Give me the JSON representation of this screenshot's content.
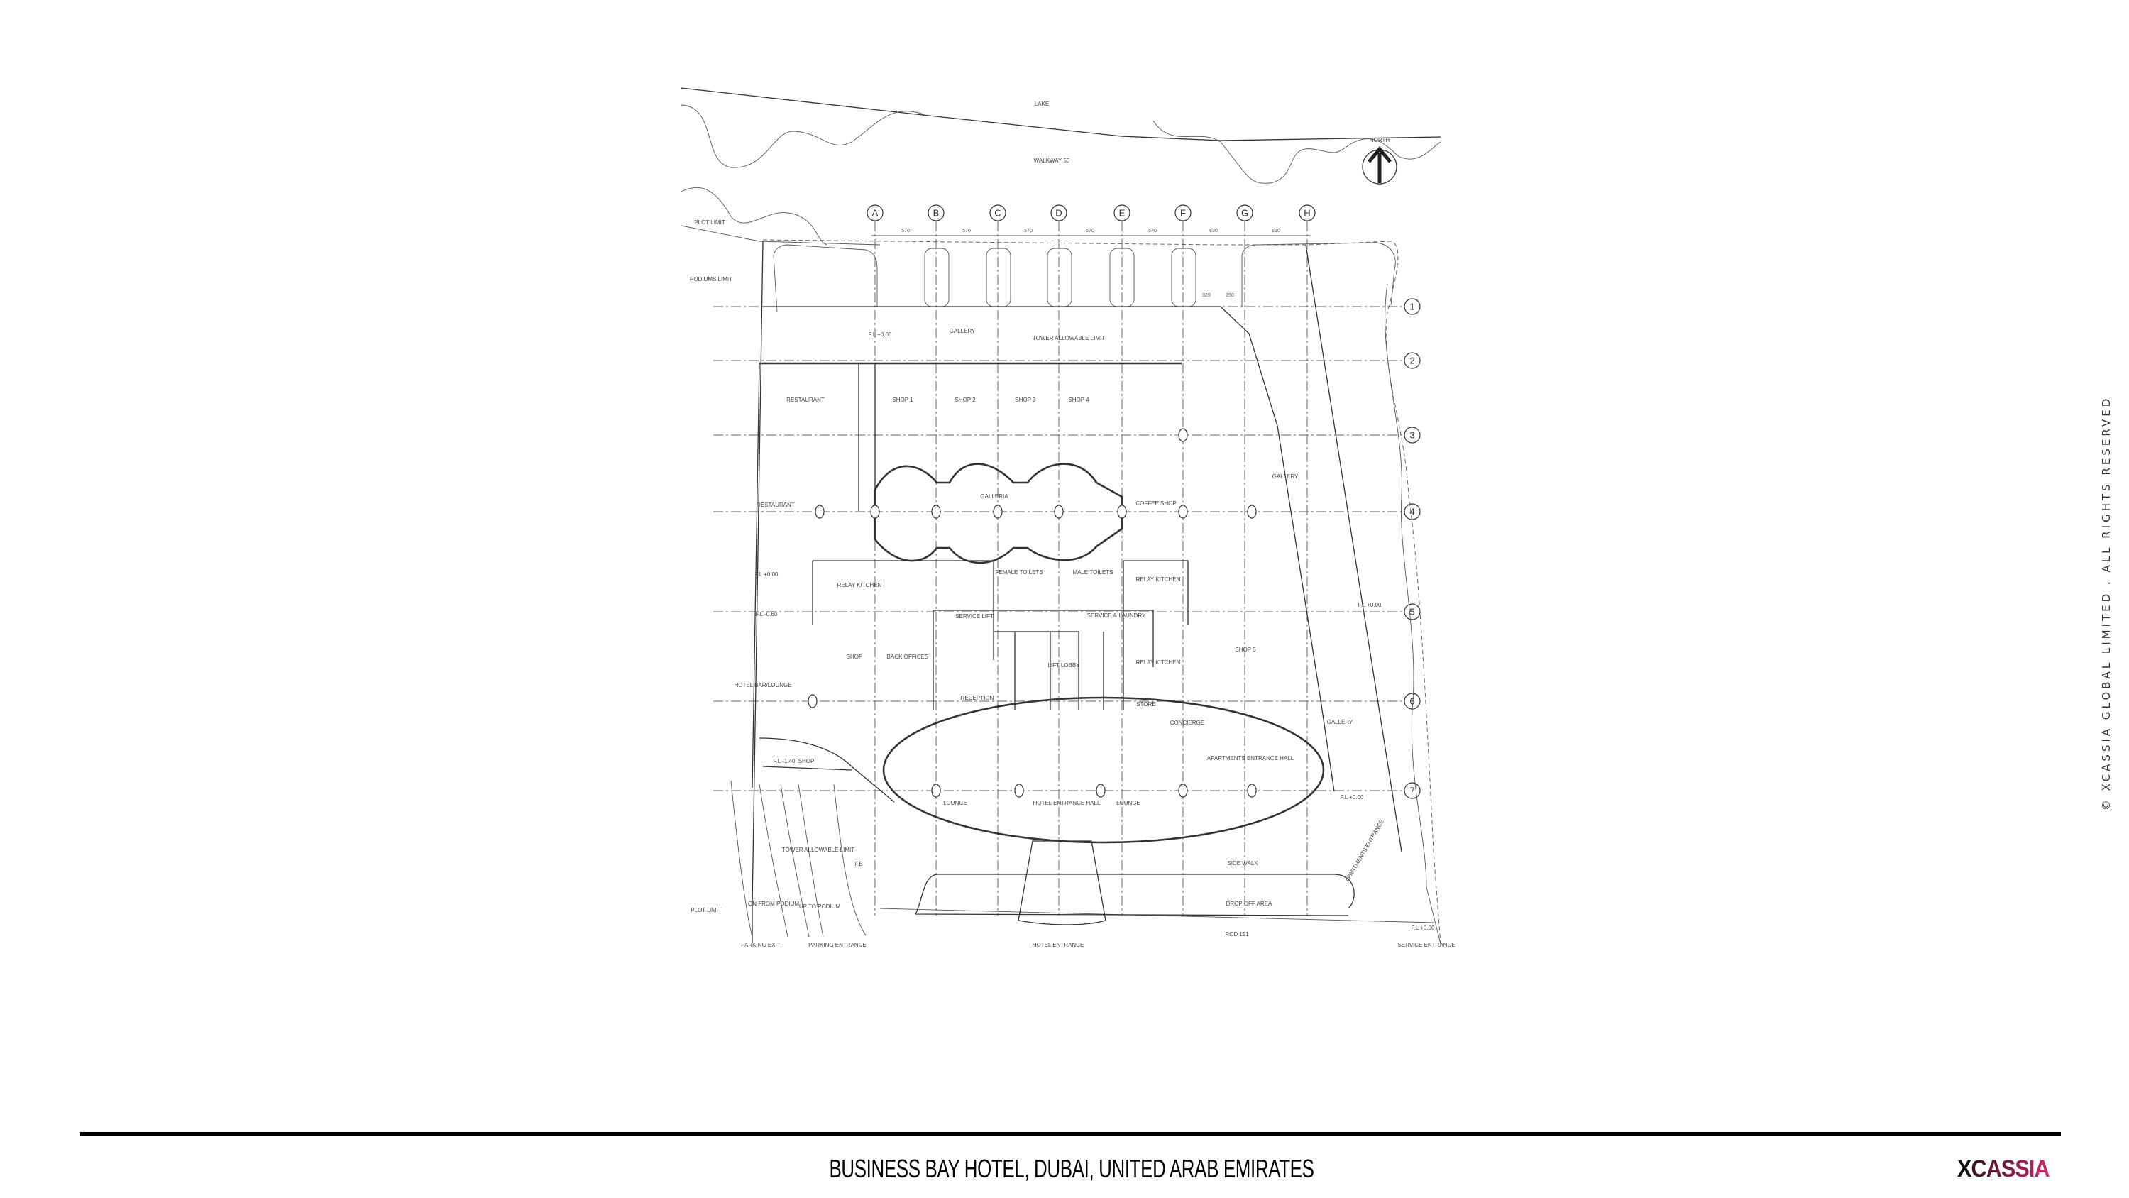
{
  "plan": {
    "lake": "LAKE",
    "walkway": "WALKWAY 50",
    "north": "NORTH",
    "plot_limit": "PLOT LIMIT",
    "podiums_limit": "PODIUMS LIMIT",
    "columns": [
      "A",
      "B",
      "C",
      "D",
      "E",
      "F",
      "G",
      "H"
    ],
    "rows": [
      "1",
      "2",
      "3",
      "4",
      "5",
      "6",
      "7"
    ],
    "dims": [
      "570",
      "570",
      "570",
      "570",
      "570",
      "630",
      "630",
      "320",
      "150"
    ],
    "fb": "F.B",
    "levels": {
      "zero": "F.L +0.00",
      "minus060": "F.L -0.60",
      "minus140": "F.L -1.40"
    },
    "rooms": {
      "gallery_north": "GALLERY",
      "tower_limit": "TOWER ALLOWABLE LIMIT",
      "restaurant_1": "RESTAURANT",
      "shop_1": "SHOP 1",
      "shop_2": "SHOP 2",
      "shop_3": "SHOP 3",
      "shop_4": "SHOP 4",
      "galleria": "GALLERIA",
      "restaurant_2": "RESTAURANT",
      "coffee_shop": "COFFEE SHOP",
      "gallery_east": "GALLERY",
      "female_toilets": "FEMALE TOILETS",
      "male_toilets": "MALE TOILETS",
      "relay_kitchen_1": "RELAY KITCHEN",
      "relay_kitchen_2": "RELAY KITCHEN",
      "relay_kitchen_3": "RELAY KITCHEN",
      "service_lift": "SERVICE LIFT",
      "service_laundry": "SERVICE & LAUNDRY",
      "shop_west": "SHOP",
      "back_offices": "BACK OFFICES",
      "shop_5": "SHOP 5",
      "lift_lobby": "LIFT LOBBY",
      "hotel_bar_lounge": "HOTEL BAR/LOUNGE",
      "reception": "RECEPTION",
      "store": "STORE",
      "concierge": "CONCIERGE",
      "gallery_southeast": "GALLERY",
      "shop_southwest": "SHOP",
      "apartments_entrance_hall": "APARTMENTS ENTRANCE HALL",
      "lounge_1": "LOUNGE",
      "hotel_entrance_hall": "HOTEL ENTRANCE HALL",
      "lounge_2": "LOUNGE",
      "tower_limit_south": "TOWER ALLOWABLE LIMIT",
      "side_walk": "SIDE WALK",
      "drop_off_area": "DROP OFF AREA",
      "plot_limit_south": "PLOT LIMIT",
      "on_from_podium": "ON FROM PODIUM",
      "up_to_podium": "UP TO PODIUM",
      "road": "ROD 151",
      "parking_exit": "PARKING EXIT",
      "parking_entrance": "PARKING ENTRANCE",
      "hotel_entrance": "HOTEL ENTRANCE",
      "service_entrance": "SERVICE ENTRANCE",
      "apartments_entrance": "APARTMENTS ENTRANCE"
    }
  },
  "footer": {
    "title": "BUSINESS BAY HOTEL, DUBAI, UNITED ARAB EMIRATES",
    "logo_x": "X",
    "logo_rest": "CASSIA",
    "logo_text": "XCASSIA"
  },
  "copyright": "© XCASSIA GLOBAL LIMITED . ALL RIGHTS RESERVED",
  "colors": {
    "logo_dark": "#3a1020",
    "logo_pink": "#d8246a",
    "rule": "#000000"
  }
}
